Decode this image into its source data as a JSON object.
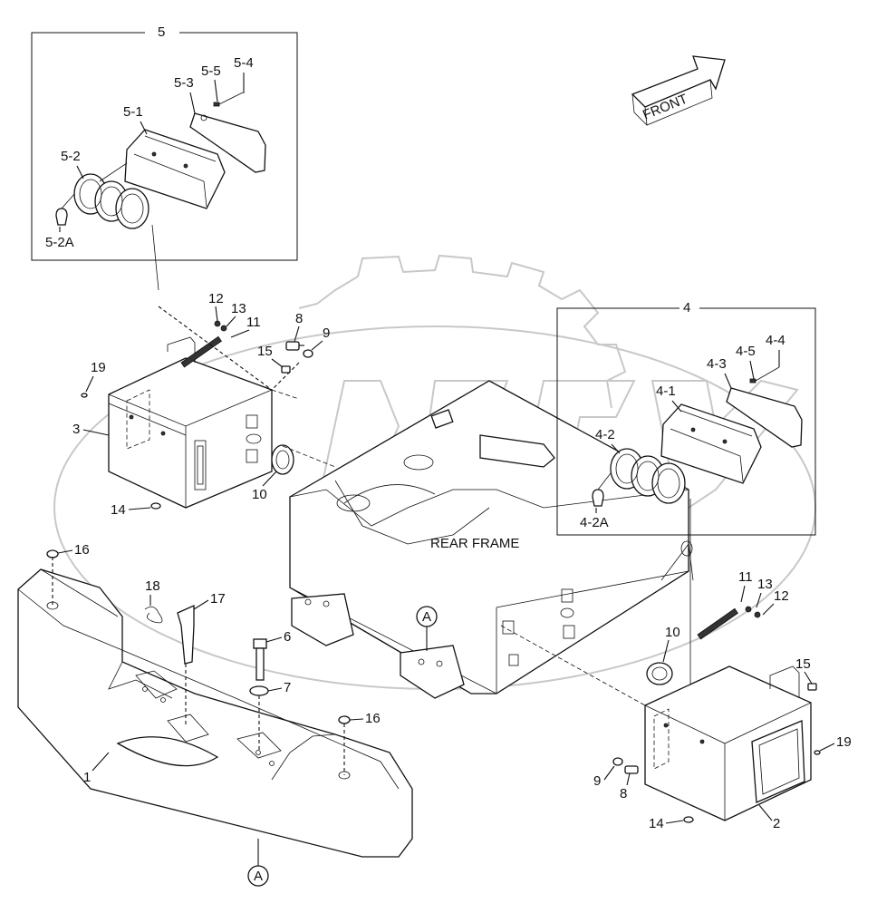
{
  "diagram": {
    "frame_label": "REAR FRAME",
    "front_arrow": "FRONT",
    "callouts": {
      "box5": "5",
      "p5_1": "5-1",
      "p5_2": "5-2",
      "p5_2a": "5-2A",
      "p5_3": "5-3",
      "p5_4": "5-4",
      "p5_5": "5-5",
      "box4": "4",
      "p4_1": "4-1",
      "p4_2": "4-2",
      "p4_2a": "4-2A",
      "p4_3": "4-3",
      "p4_4": "4-4",
      "p4_5": "4-5",
      "p1": "1",
      "p2": "2",
      "p3": "3",
      "p6": "6",
      "p7": "7",
      "p8a": "8",
      "p9a": "9",
      "p8b": "8",
      "p9b": "9",
      "p10a": "10",
      "p10b": "10",
      "p11a": "11",
      "p12a": "12",
      "p13a": "13",
      "p11b": "11",
      "p12b": "12",
      "p13b": "13",
      "p14a": "14",
      "p14b": "14",
      "p15a": "15",
      "p15b": "15",
      "p16a": "16",
      "p16b": "16",
      "p17": "17",
      "p18": "18",
      "p19a": "19",
      "p19b": "19",
      "refA1": "A",
      "refA2": "A"
    }
  }
}
